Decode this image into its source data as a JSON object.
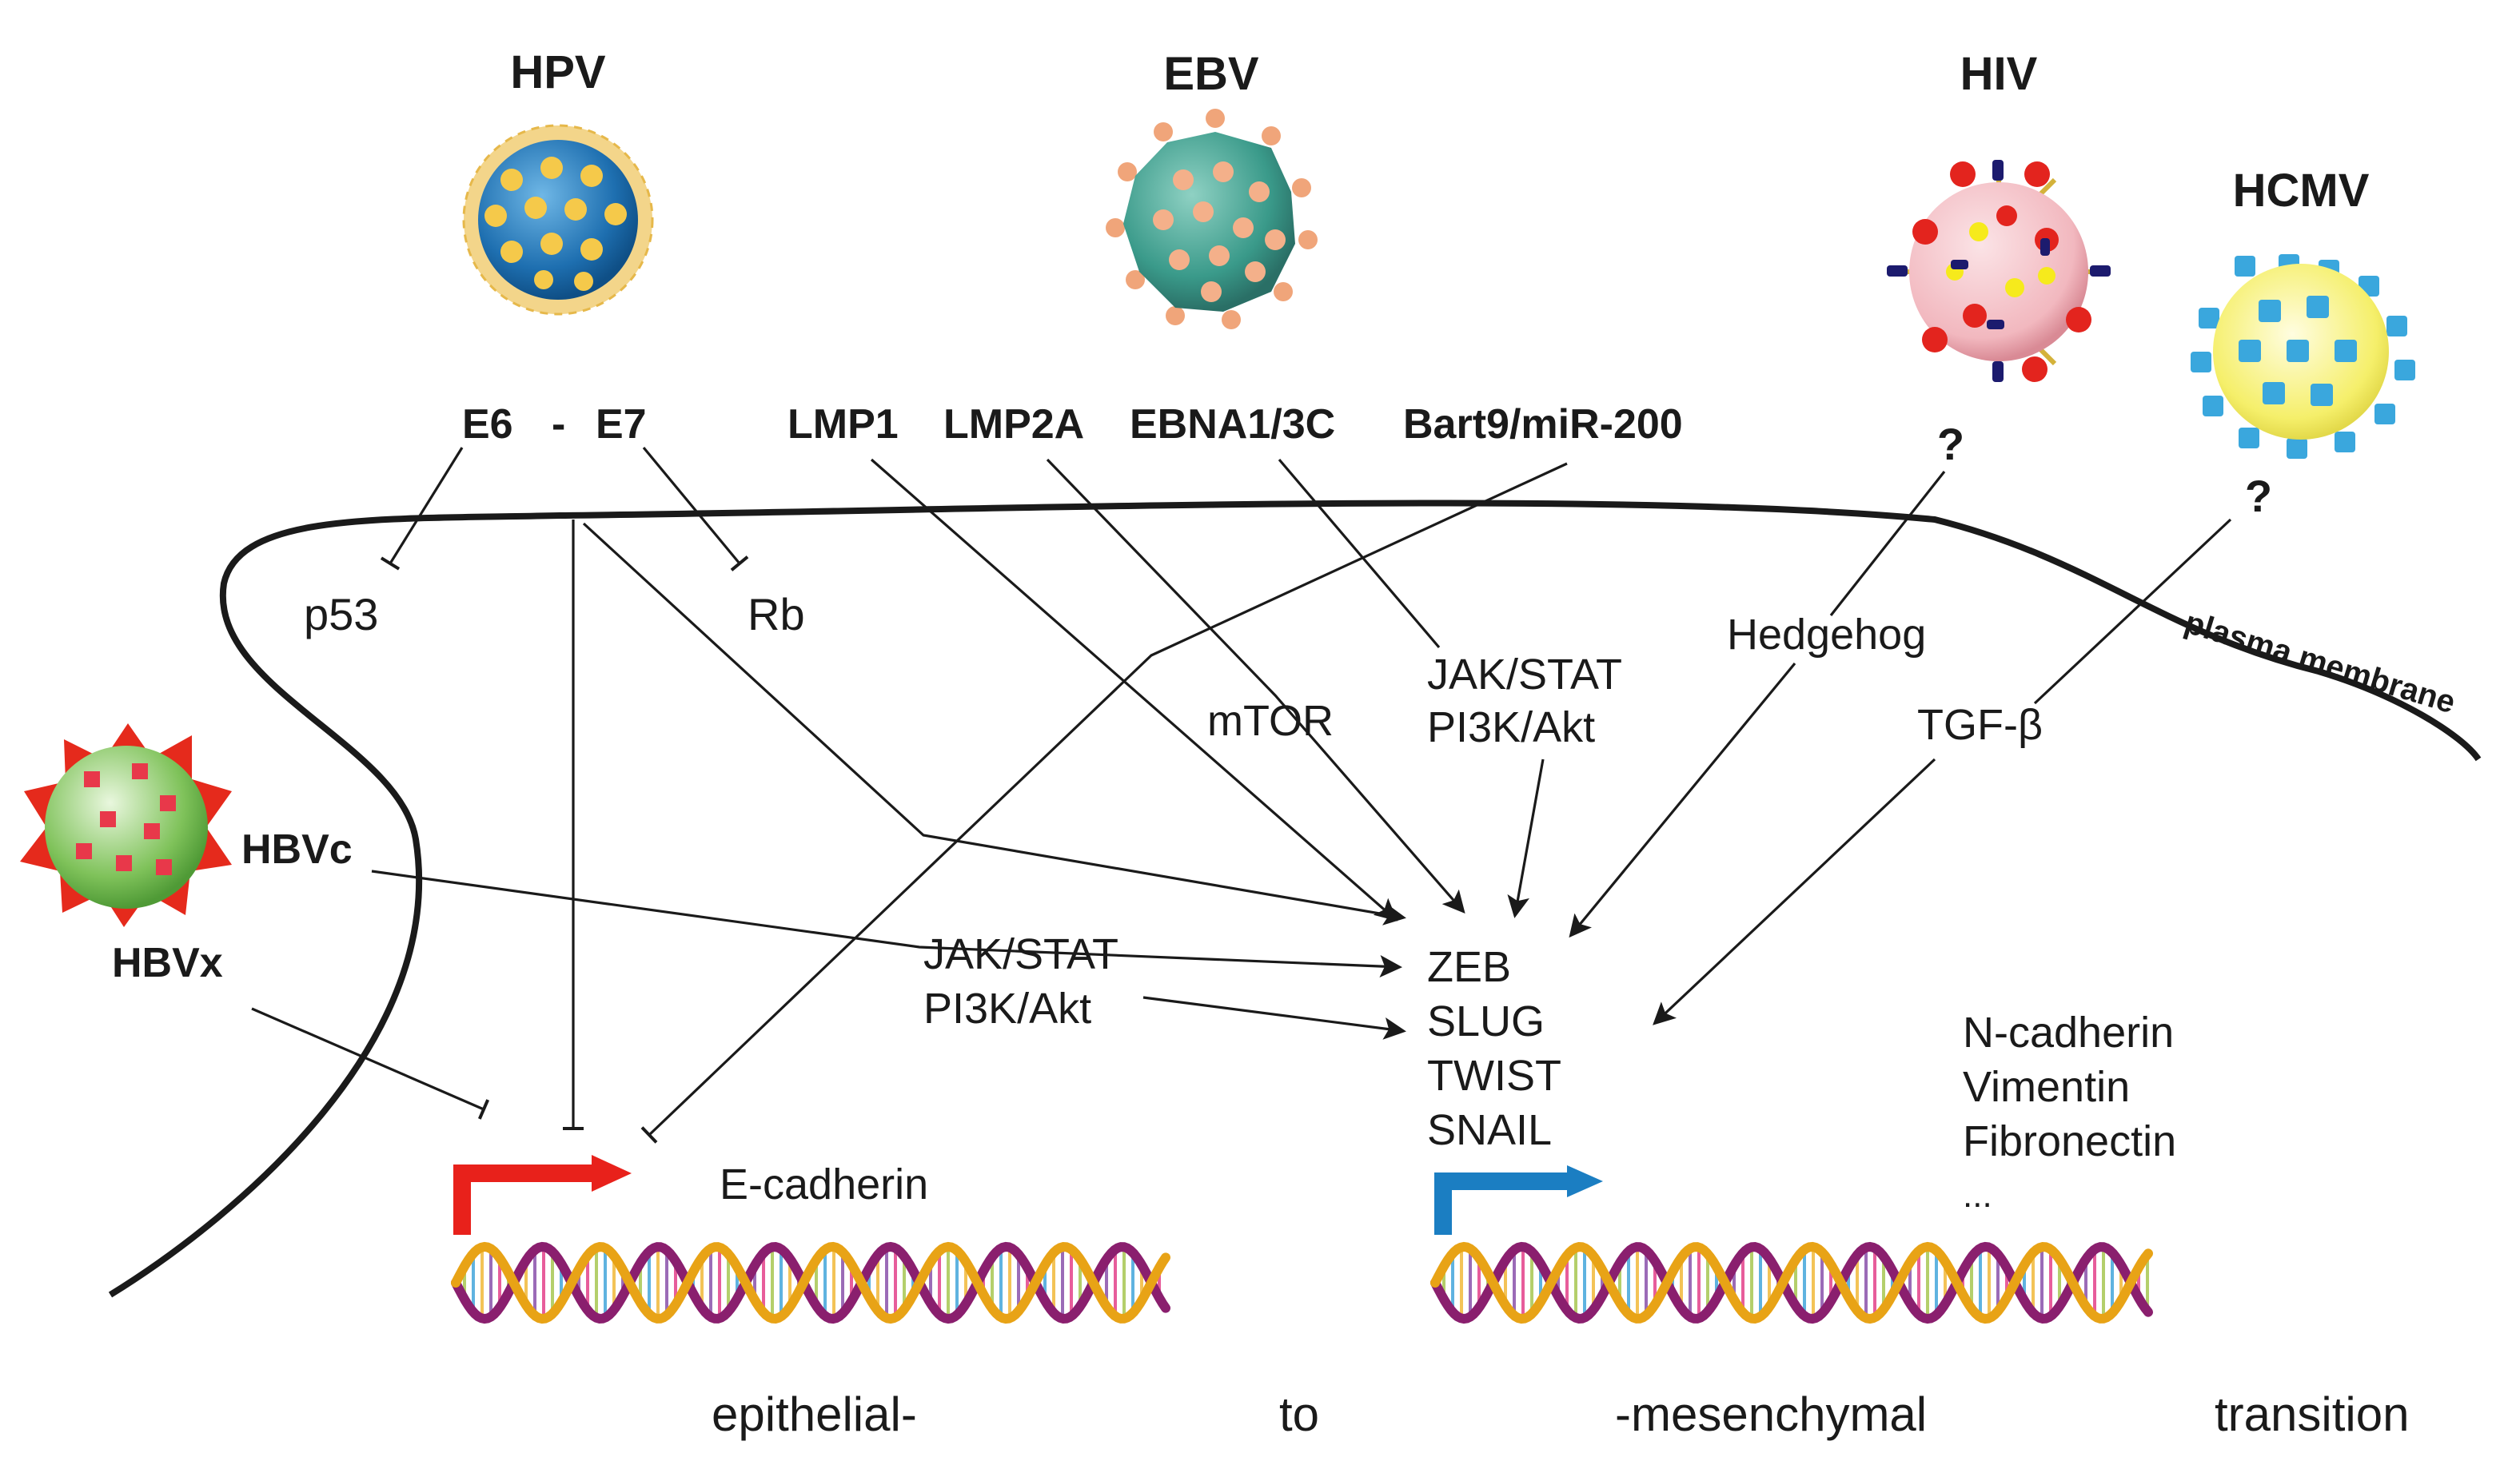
{
  "viruses": {
    "hpv": "HPV",
    "ebv": "EBV",
    "hiv": "HIV",
    "hcmv": "HCMV",
    "hbvc": "HBVc",
    "hbvx": "HBVx"
  },
  "viral_factors": {
    "e6": "E6",
    "dash": "-",
    "e7": "E7",
    "lmp1": "LMP1",
    "lmp2a": "LMP2A",
    "ebna": "EBNA1/3C",
    "bart9": "Bart9/miR-200",
    "hiv_unknown": "?",
    "hcmv_unknown": "?"
  },
  "targets": {
    "p53": "p53",
    "rb": "Rb"
  },
  "pathways": {
    "mtor": "mTOR",
    "jak_stat_ebv": "JAK/STAT",
    "pi3k_ebv": "PI3K/Akt",
    "hedgehog": "Hedgehog",
    "tgf": "TGF-β",
    "jak_stat_hbv": "JAK/STAT",
    "pi3k_hbv": "PI3K/Akt"
  },
  "membrane_label": "plasma membrane",
  "transcription_factors": [
    "ZEB",
    "SLUG",
    "TWIST",
    "SNAIL"
  ],
  "epithelial_gene": "E-cadherin",
  "mesenchymal_genes": [
    "N-cadherin",
    "Vimentin",
    "Fibronectin",
    "..."
  ],
  "emt_caption": {
    "part1": "epithelial-",
    "part2": "to",
    "part3": "-mesenchymal",
    "part4": "transition"
  },
  "colors": {
    "epithelial_promoter": "#e8211b",
    "mesenchymal_promoter": "#1b7ec2",
    "hpv_capsid": "#1e6fb0",
    "ebv_capsid": "#3a9a8a",
    "hiv_capsid": "#f2b8bf",
    "hcmv_capsid": "#f5ef6a",
    "hbv_capsid": "#7fc25a"
  }
}
